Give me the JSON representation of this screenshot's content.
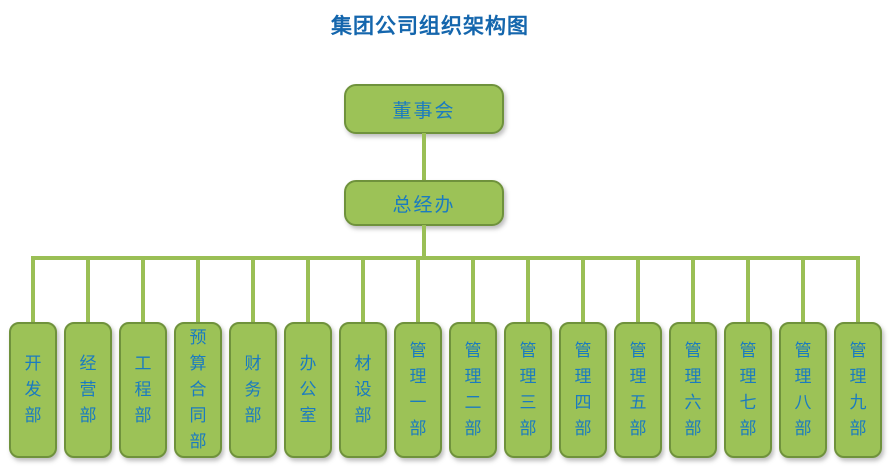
{
  "title": "集团公司组织架构图",
  "colors": {
    "box_fill": "#9cc257",
    "box_border": "#6f923c",
    "line": "#9abf55",
    "node_text": "#1a7bc0",
    "title_text": "#1466ad"
  },
  "chart_data": {
    "type": "org-chart",
    "title": "集团公司组织架构图",
    "root": "董事会",
    "level2": "总经办",
    "level3": [
      "开发部",
      "经营部",
      "工程部",
      "预算合同部",
      "财务部",
      "办公室",
      "材设部",
      "管理一部",
      "管理二部",
      "管理三部",
      "管理四部",
      "管理五部",
      "管理六部",
      "管理七部",
      "管理八部",
      "管理九部"
    ]
  },
  "nodes": {
    "root": "董事会",
    "level2": "总经办",
    "departments": [
      "开发部",
      "经营部",
      "工程部",
      "预算合同部",
      "财务部",
      "办公室",
      "材设部",
      "管理一部",
      "管理二部",
      "管理三部",
      "管理四部",
      "管理五部",
      "管理六部",
      "管理七部",
      "管理八部",
      "管理九部"
    ]
  }
}
